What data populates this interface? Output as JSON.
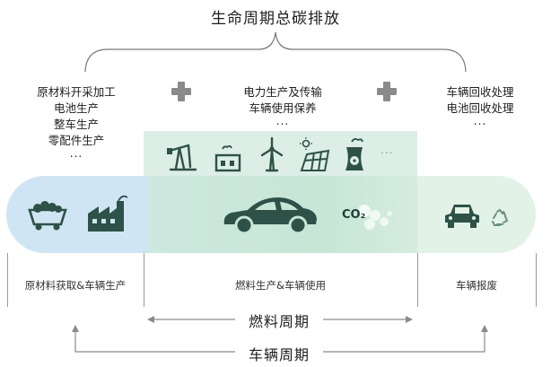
{
  "title": "生命周期总碳排放",
  "stages": [
    {
      "lines": [
        "原材料开采加工",
        "电池生产",
        "整车生产",
        "零配件生产"
      ],
      "dots": "...",
      "label": "原材料获取&车辆生产"
    },
    {
      "lines": [
        "电力生产及传输",
        "车辆使用保养"
      ],
      "dots": "...",
      "label": "燃料生产&车辆使用"
    },
    {
      "lines": [
        "车辆回收处理",
        "电池回收处理"
      ],
      "dots": "...",
      "label": "车辆报废"
    }
  ],
  "energy_icons": [
    "oil-pump-icon",
    "power-plant-icon",
    "wind-turbine-icon",
    "solar-panel-icon",
    "nuclear-plant-icon",
    "more-dots-icon"
  ],
  "band_icons": [
    "mine-cart-icon",
    "factory-icon",
    "electric-car-icon",
    "co2-cloud-icon",
    "scrap-car-icon",
    "recycle-icon"
  ],
  "co2_label": "CO₂",
  "more_icons": "...",
  "fuel_cycle": "燃料周期",
  "vehicle_cycle": "车辆周期",
  "colors": {
    "icon_dark": "#2e5148",
    "plus_grey": "#8a8a8a",
    "panel_green": "#dceee6",
    "band_blue": "#cfe5f4",
    "band_green": "#c7e6d6"
  }
}
